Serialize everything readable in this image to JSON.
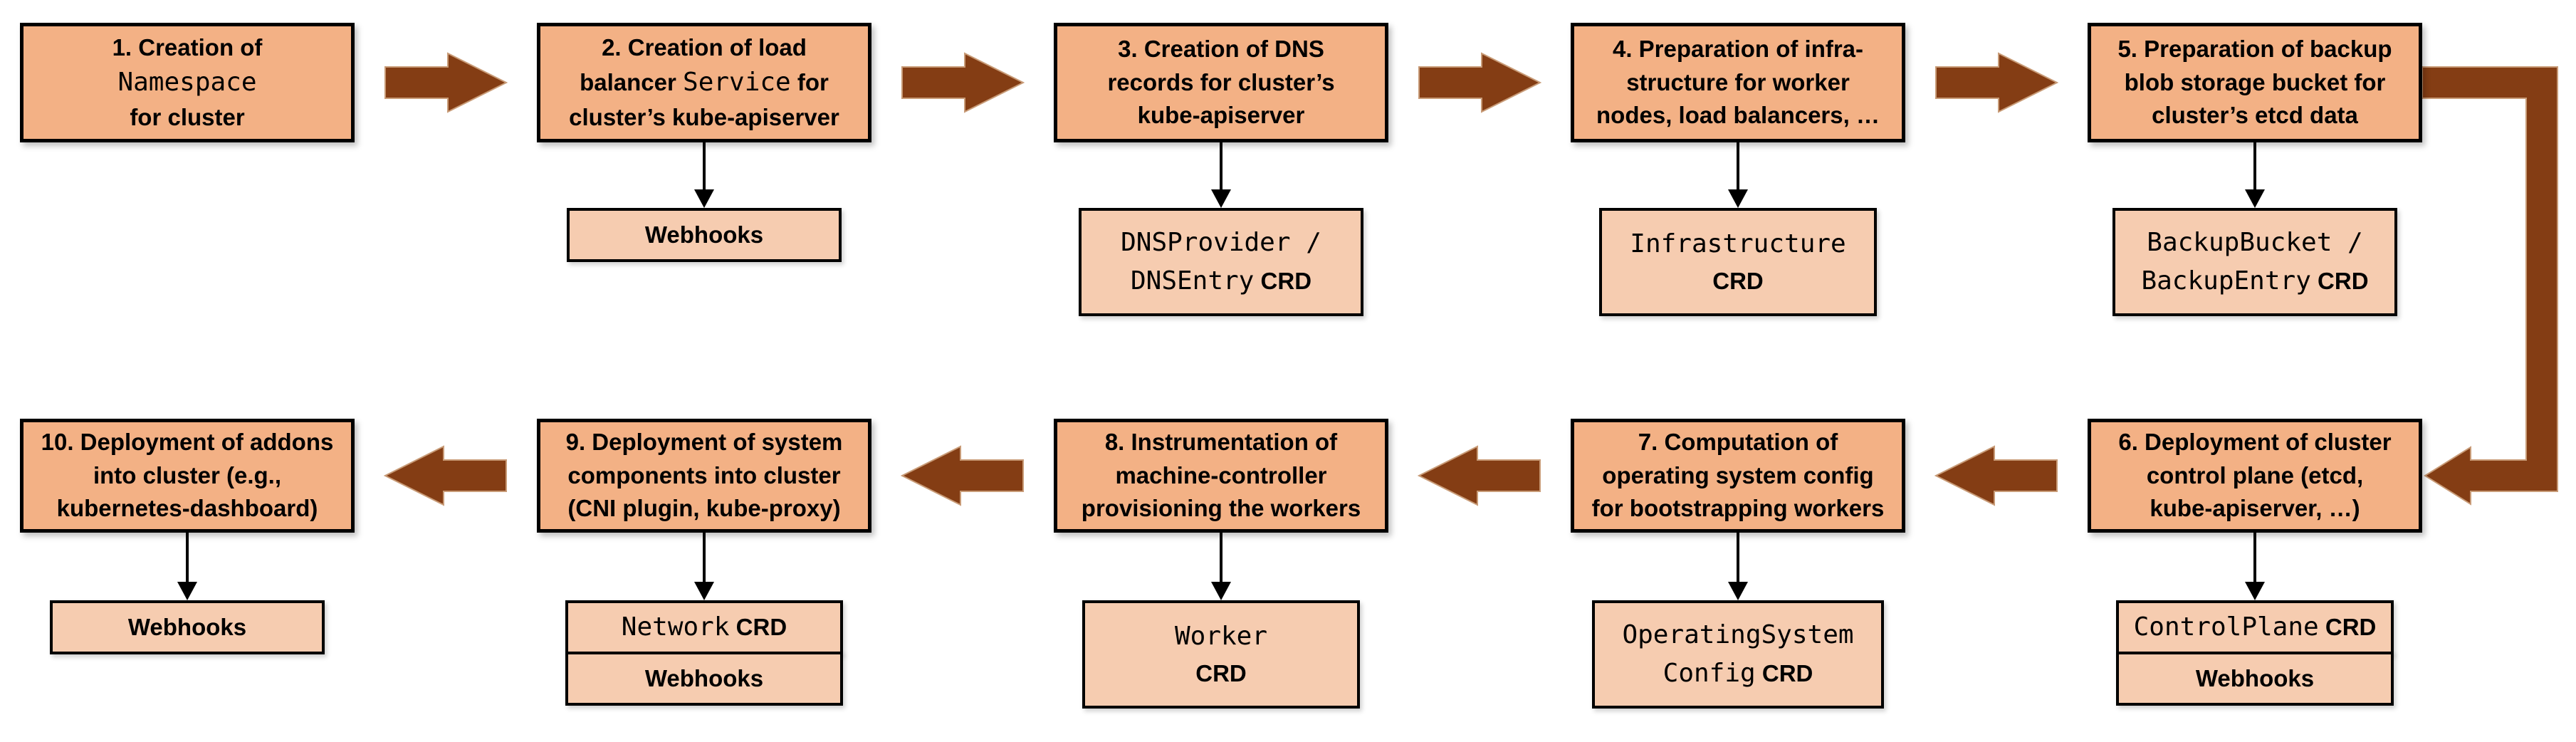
{
  "colors": {
    "step_box_fill": "#F3B185",
    "artifact_box_fill": "#F6CCB0",
    "arrow_fill": "#843D14",
    "arrow_outline": "#C89B77",
    "border": "#000000",
    "connector": "#000000",
    "background": "#FFFFFF"
  },
  "steps": [
    {
      "num": 1,
      "title_lines": [
        [
          {
            "t": "1. Creation of",
            "s": "sans"
          }
        ],
        [
          {
            "t": "Namespace",
            "s": "mono"
          }
        ],
        [
          {
            "t": "for cluster",
            "s": "sans"
          }
        ]
      ],
      "children": []
    },
    {
      "num": 2,
      "title_lines": [
        [
          {
            "t": "2. Creation of load",
            "s": "sans"
          }
        ],
        [
          {
            "t": "balancer ",
            "s": "sans"
          },
          {
            "t": "Service",
            "s": "mono"
          },
          {
            "t": " for",
            "s": "sans"
          }
        ],
        [
          {
            "t": "cluster’s kube-apiserver",
            "s": "sans"
          }
        ]
      ],
      "children": [
        {
          "name": "webhooks",
          "lines": [
            [
              {
                "t": "Webhooks",
                "s": "sans"
              }
            ]
          ]
        }
      ]
    },
    {
      "num": 3,
      "title_lines": [
        [
          {
            "t": "3. Creation of DNS",
            "s": "sans"
          }
        ],
        [
          {
            "t": "records for cluster’s",
            "s": "sans"
          }
        ],
        [
          {
            "t": "kube-apiserver",
            "s": "sans"
          }
        ]
      ],
      "children": [
        {
          "name": "dns-crd",
          "lines": [
            [
              {
                "t": "DNSProvider /",
                "s": "mono"
              }
            ],
            [
              {
                "t": "DNSEntry",
                "s": "mono"
              },
              {
                "t": " CRD",
                "s": "crd"
              }
            ]
          ]
        }
      ]
    },
    {
      "num": 4,
      "title_lines": [
        [
          {
            "t": "4. Preparation of infra-",
            "s": "sans"
          }
        ],
        [
          {
            "t": "structure for worker",
            "s": "sans"
          }
        ],
        [
          {
            "t": "nodes, load balancers, …",
            "s": "sans"
          }
        ]
      ],
      "children": [
        {
          "name": "infrastructure-crd",
          "lines": [
            [
              {
                "t": "Infrastructure",
                "s": "mono"
              }
            ],
            [
              {
                "t": "CRD",
                "s": "crd"
              }
            ]
          ]
        }
      ]
    },
    {
      "num": 5,
      "title_lines": [
        [
          {
            "t": "5. Preparation of backup",
            "s": "sans"
          }
        ],
        [
          {
            "t": "blob storage bucket for",
            "s": "sans"
          }
        ],
        [
          {
            "t": "cluster’s etcd data",
            "s": "sans"
          }
        ]
      ],
      "children": [
        {
          "name": "backup-crd",
          "lines": [
            [
              {
                "t": "BackupBucket /",
                "s": "mono"
              }
            ],
            [
              {
                "t": "BackupEntry",
                "s": "mono"
              },
              {
                "t": " CRD",
                "s": "crd"
              }
            ]
          ]
        }
      ]
    },
    {
      "num": 6,
      "title_lines": [
        [
          {
            "t": "6. Deployment of cluster",
            "s": "sans"
          }
        ],
        [
          {
            "t": "control plane (etcd,",
            "s": "sans"
          }
        ],
        [
          {
            "t": "kube-apiserver, …)",
            "s": "sans"
          }
        ]
      ],
      "children": [
        {
          "name": "controlplane-crd",
          "lines": [
            [
              {
                "t": "ControlPlane",
                "s": "mono"
              },
              {
                "t": " CRD",
                "s": "crd"
              }
            ]
          ]
        },
        {
          "name": "webhooks",
          "lines": [
            [
              {
                "t": "Webhooks",
                "s": "sans"
              }
            ]
          ]
        }
      ]
    },
    {
      "num": 7,
      "title_lines": [
        [
          {
            "t": "7. Computation of",
            "s": "sans"
          }
        ],
        [
          {
            "t": "operating system config",
            "s": "sans"
          }
        ],
        [
          {
            "t": "for bootstrapping workers",
            "s": "sans"
          }
        ]
      ],
      "children": [
        {
          "name": "operatingsystemconfig-crd",
          "lines": [
            [
              {
                "t": "OperatingSystem",
                "s": "mono"
              }
            ],
            [
              {
                "t": "Config",
                "s": "mono"
              },
              {
                "t": " CRD",
                "s": "crd"
              }
            ]
          ]
        }
      ]
    },
    {
      "num": 8,
      "title_lines": [
        [
          {
            "t": "8. Instrumentation of",
            "s": "sans"
          }
        ],
        [
          {
            "t": "machine-controller",
            "s": "sans"
          }
        ],
        [
          {
            "t": "provisioning the workers",
            "s": "sans"
          }
        ]
      ],
      "children": [
        {
          "name": "worker-crd",
          "lines": [
            [
              {
                "t": "Worker",
                "s": "mono"
              }
            ],
            [
              {
                "t": "CRD",
                "s": "crd"
              }
            ]
          ]
        }
      ]
    },
    {
      "num": 9,
      "title_lines": [
        [
          {
            "t": "9. Deployment of system",
            "s": "sans"
          }
        ],
        [
          {
            "t": "components into cluster",
            "s": "sans"
          }
        ],
        [
          {
            "t": "(CNI plugin, kube-proxy)",
            "s": "sans"
          }
        ]
      ],
      "children": [
        {
          "name": "network-crd",
          "lines": [
            [
              {
                "t": "Network",
                "s": "mono"
              },
              {
                "t": " CRD",
                "s": "crd"
              }
            ]
          ]
        },
        {
          "name": "webhooks",
          "lines": [
            [
              {
                "t": "Webhooks",
                "s": "sans"
              }
            ]
          ]
        }
      ]
    },
    {
      "num": 10,
      "title_lines": [
        [
          {
            "t": "10. Deployment of addons",
            "s": "sans"
          }
        ],
        [
          {
            "t": "into cluster (e.g.,",
            "s": "sans"
          }
        ],
        [
          {
            "t": "kubernetes-dashboard)",
            "s": "sans"
          }
        ]
      ],
      "children": [
        {
          "name": "webhooks",
          "lines": [
            [
              {
                "t": "Webhooks",
                "s": "sans"
              }
            ]
          ]
        }
      ]
    }
  ]
}
